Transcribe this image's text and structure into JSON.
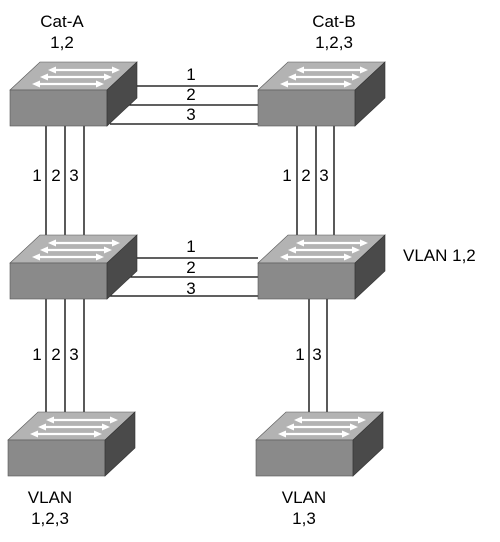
{
  "colors": {
    "switch_top": "#b3b3b3",
    "switch_front": "#8a8a8a",
    "switch_side": "#4a4a4a",
    "arrow": "#ffffff",
    "link": "#000000"
  },
  "icons": [
    "switch-icon"
  ],
  "switches": {
    "cat_a": {
      "name": "Cat-A",
      "vlans": "1,2"
    },
    "cat_b": {
      "name": "Cat-B",
      "vlans": "1,2,3"
    },
    "mid_right": {
      "vlans": "VLAN 1,2"
    },
    "bottom_left": {
      "name": "VLAN",
      "vlans": "1,2,3"
    },
    "bottom_right": {
      "name": "VLAN",
      "vlans": "1,3"
    }
  },
  "trunks": {
    "top": [
      "1",
      "2",
      "3"
    ],
    "middle": [
      "1",
      "2",
      "3"
    ],
    "left_upper": [
      "1",
      "2",
      "3"
    ],
    "right_upper": [
      "1",
      "2",
      "3"
    ],
    "left_lower": [
      "1",
      "2",
      "3"
    ],
    "right_lower": [
      "1",
      "3"
    ]
  }
}
